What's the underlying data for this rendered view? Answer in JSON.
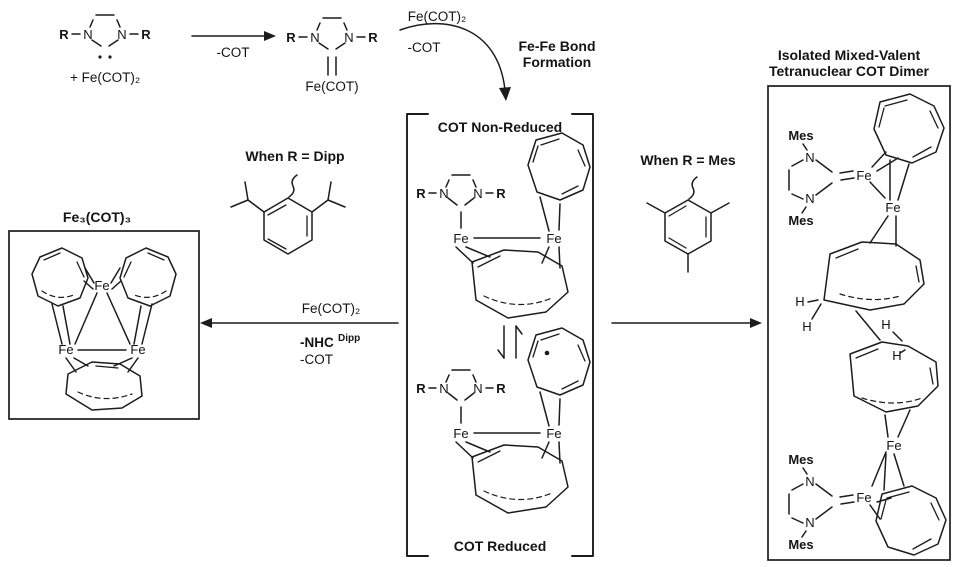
{
  "atoms": {
    "n": "N",
    "fe": "Fe",
    "r": "R",
    "h": "H",
    "mes": "Mes"
  },
  "top": {
    "plus_fecot2": "+ Fe(COT)₂",
    "arrow1_label": "-COT",
    "fecot": "Fe(COT)",
    "arrow2_top": "Fe(COT)₂",
    "arrow2_bottom": "-COT",
    "fefe_line1": "Fe-Fe Bond",
    "fefe_line2": "Formation"
  },
  "center": {
    "non_reduced": "COT Non-Reduced",
    "reduced": "COT Reduced"
  },
  "left": {
    "when_dipp": "When R = Dipp",
    "arrow_top": "Fe(COT)₂",
    "arrow_nhc": "-NHC",
    "arrow_nhc_sup": "Dipp",
    "arrow_cot": "-COT",
    "product_title": "Fe₃(COT)₃"
  },
  "right": {
    "when_mes": "When R = Mes",
    "title_line1": "Isolated Mixed-Valent",
    "title_line2": "Tetranuclear COT Dimer"
  }
}
